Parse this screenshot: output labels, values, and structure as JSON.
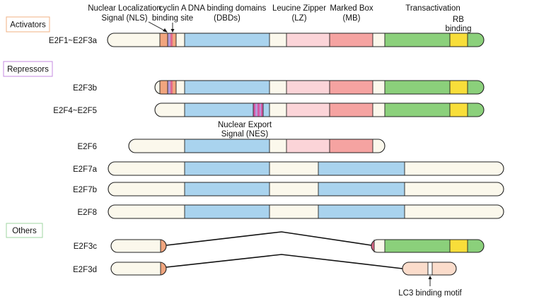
{
  "colors": {
    "bar_base": "#fbf8ec",
    "nls": "#f1a57e",
    "cyclin_a": "#b79ad8",
    "cyclin_a_pink": "#e26b8a",
    "dbd": "#a9d3ee",
    "nes": "#d65aa6",
    "lz": "#fbd4d8",
    "mb": "#f5a3a1",
    "transactivation": "#8bd07b",
    "rb": "#f8de3a",
    "lc3_region": "#fbdccb",
    "activators_border": "#f2b183",
    "repressors_border": "#c48be0",
    "others_border": "#9fd6a0"
  },
  "headers": {
    "nls": [
      "Nuclear Localization",
      "Signal (NLS)"
    ],
    "cyclin_a": [
      "cyclin A",
      "binding site"
    ],
    "dbd": [
      "DNA binding domains",
      "(DBDs)"
    ],
    "lz": [
      "Leucine Zipper",
      "(LZ)"
    ],
    "mb": [
      "Marked Box",
      "(MB)"
    ],
    "transactivation": "Transactivation",
    "rb": [
      "RB",
      "binding"
    ]
  },
  "groups": {
    "activators": "Activators",
    "repressors": "Repressors",
    "others": "Others"
  },
  "annotations": {
    "nes": [
      "Nuclear Export",
      "Signal (NES)"
    ],
    "lc3": "LC3 binding motif"
  },
  "proteins": {
    "e2f1_3a": "E2F1~E2F3a",
    "e2f3b": "E2F3b",
    "e2f4_5": "E2F4~E2F5",
    "e2f6": "E2F6",
    "e2f7a": "E2F7a",
    "e2f7b": "E2F7b",
    "e2f8": "E2F8",
    "e2f3c": "E2F3c",
    "e2f3d": "E2F3d"
  }
}
